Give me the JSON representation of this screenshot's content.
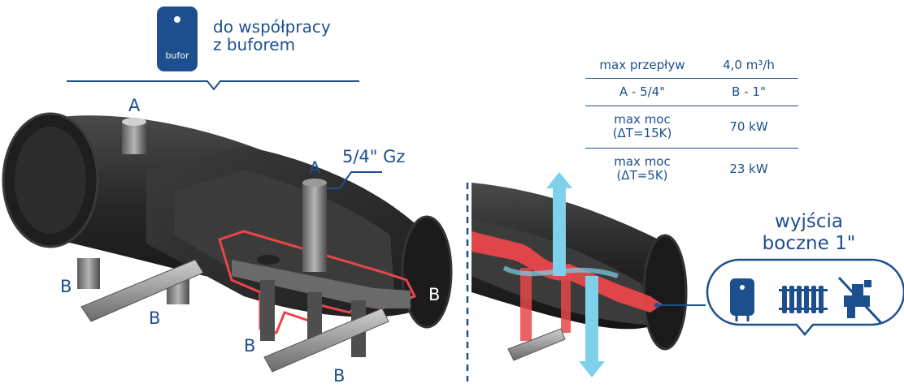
{
  "buffer": {
    "caption_line1": "do współpracy",
    "caption_line2": "z buforem",
    "tank_label": "bufor"
  },
  "labels": {
    "a_top": "A",
    "a_inner": "A",
    "thread": "5/4\" Gz",
    "b_left_1": "B",
    "b_left_2": "B",
    "b_bottom_1": "B",
    "b_bottom_2": "B",
    "b_end": "B"
  },
  "specs": {
    "rows": [
      {
        "left": "max przepływ",
        "right": "4,0 m³/h"
      },
      {
        "left": "A - 5/4\"",
        "right": "B - 1\""
      },
      {
        "left_line1": "max moc",
        "left_line2": "(ΔT=15K)",
        "right": "70 kW"
      },
      {
        "left_line1": "max moc",
        "left_line2": "(ΔT=5K)",
        "right": "23 kW"
      }
    ]
  },
  "outlets": {
    "title_line1": "wyjścia",
    "title_line2": "boczne 1\"",
    "icons": [
      "water-heater-icon",
      "radiator-icon",
      "crossed-valve-icon"
    ]
  },
  "colors": {
    "brand_blue": "#1d4f8f",
    "insulation": "#2a2a2a",
    "hot_flow": "#e8464a",
    "cold_flow": "#7fd0ea",
    "steel": "#6e6e6e"
  }
}
